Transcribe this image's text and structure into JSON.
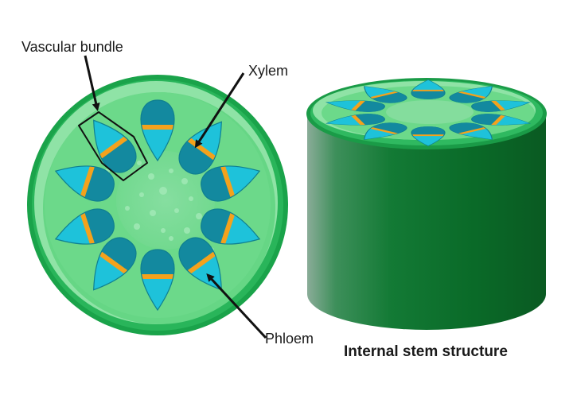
{
  "diagram": {
    "title": "Internal stem structure",
    "labels": {
      "vascular_bundle": "Vascular bundle",
      "xylem": "Xylem",
      "phloem": "Phloem"
    },
    "cross_section": {
      "bundle_count": 10,
      "parts": [
        "epidermis",
        "cortex",
        "vascular bundles",
        "pith"
      ]
    },
    "colors": {
      "epidermis": "#1aa34a",
      "cortex_light": "#8fe3a6",
      "cortex": "#66d685",
      "pith": "#7fdc97",
      "bundle_outer": "#13899f",
      "bundle_inner": "#1ec2da",
      "cambium_band": "#f4a21c",
      "cylinder_dark": "#0b5e26",
      "cylinder_light": "#7fa890",
      "arrow": "#111111"
    }
  }
}
